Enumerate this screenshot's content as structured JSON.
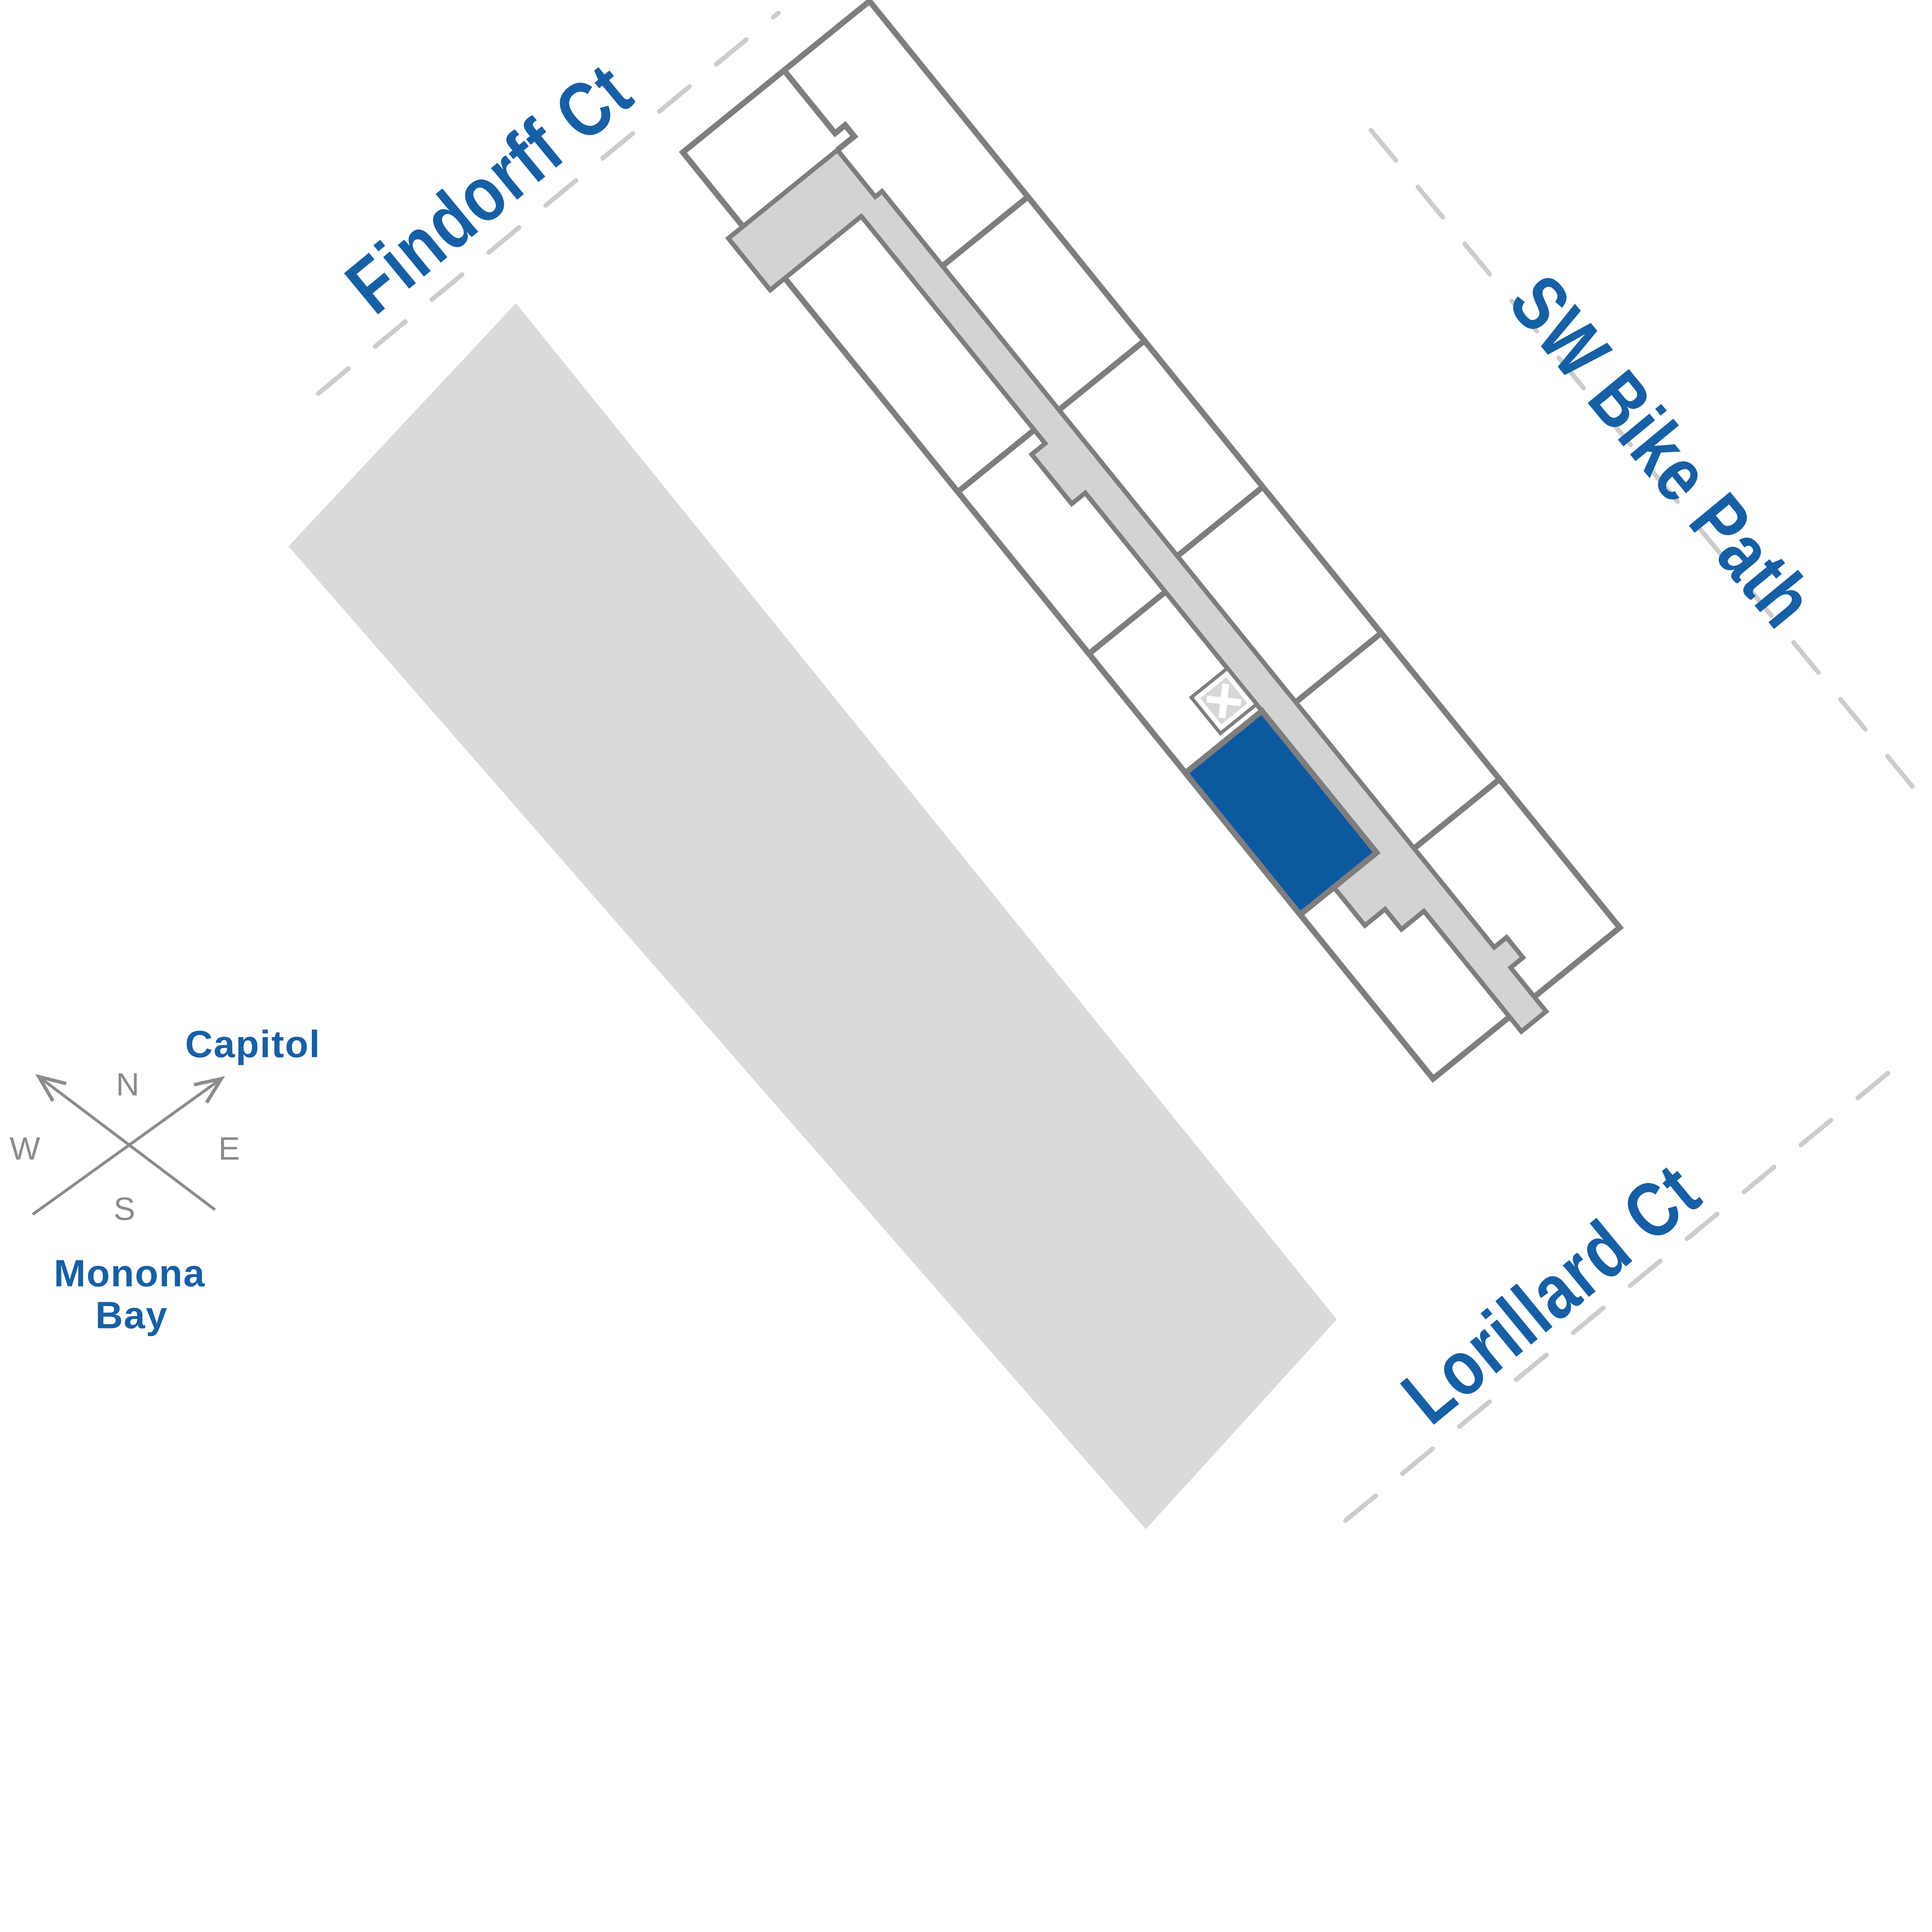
{
  "map": {
    "streets": [
      {
        "id": "findorff",
        "label": "Findorff Ct"
      },
      {
        "id": "sw_bike_path",
        "label": "SW Bike Path"
      },
      {
        "id": "lorillard",
        "label": "Lorillard Ct"
      }
    ],
    "landmarks": {
      "capitol": "Capitol",
      "monona_bay_line1": "Monona",
      "monona_bay_line2": "Bay"
    },
    "compass": {
      "north": "N",
      "south": "S",
      "east": "E",
      "west": "W"
    },
    "building": {
      "highlighted_unit": "selected-unit",
      "elevator_icon": "x-icon"
    }
  },
  "colors": {
    "label-blue": "#175fa5",
    "unit-blue": "#0d59a0",
    "wall-gray": "#7e7e7e",
    "corridor-gray": "#d3d3d4",
    "mass-gray": "#dadada",
    "dash-gray": "#cccccc",
    "compass-gray": "#8b8b8b",
    "elevator-gray": "#d6d6d6",
    "background": "#ffffff"
  }
}
